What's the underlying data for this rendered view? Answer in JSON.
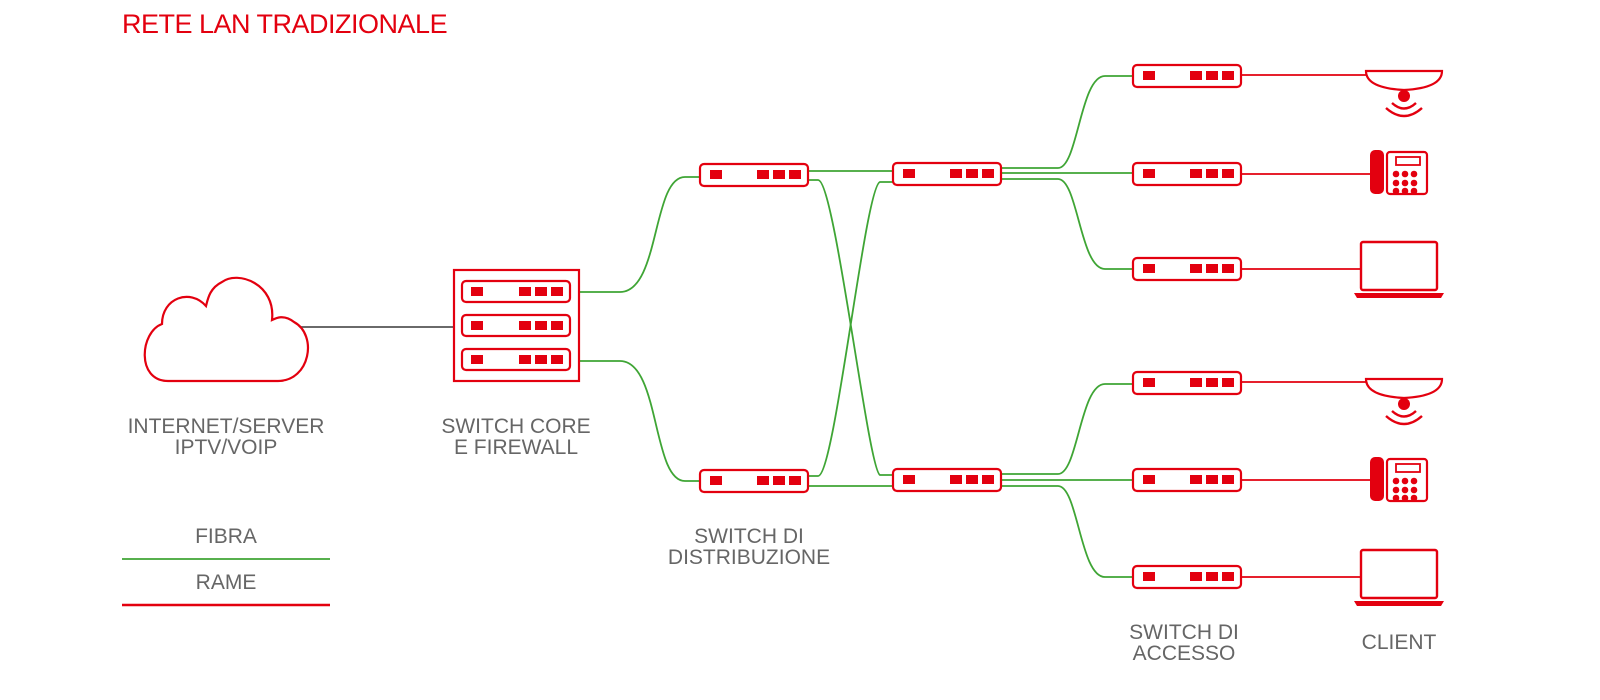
{
  "title": "RETE LAN TRADIZIONALE",
  "labels": {
    "internet_line1": "INTERNET/SERVER",
    "internet_line2": "IPTV/VOIP",
    "core_line1": "SWITCH CORE",
    "core_line2": "E FIREWALL",
    "distribution_line1": "SWITCH DI",
    "distribution_line2": "DISTRIBUZIONE",
    "access_line1": "SWITCH DI",
    "access_line2": "ACCESSO",
    "client": "CLIENT"
  },
  "legend": {
    "fiber_label": "FIBRA",
    "copper_label": "RAME"
  },
  "colors": {
    "brand_red": "#e3000f",
    "fiber_green": "#3fa535",
    "label_grey": "#666666",
    "cloud_link": "#555555"
  },
  "icons": {
    "internet": "cloud-icon",
    "core": "server-rack-icon",
    "switch": "network-switch-icon",
    "wifi_ap": "wifi-access-point-icon",
    "phone": "desk-phone-icon",
    "laptop": "laptop-icon"
  }
}
